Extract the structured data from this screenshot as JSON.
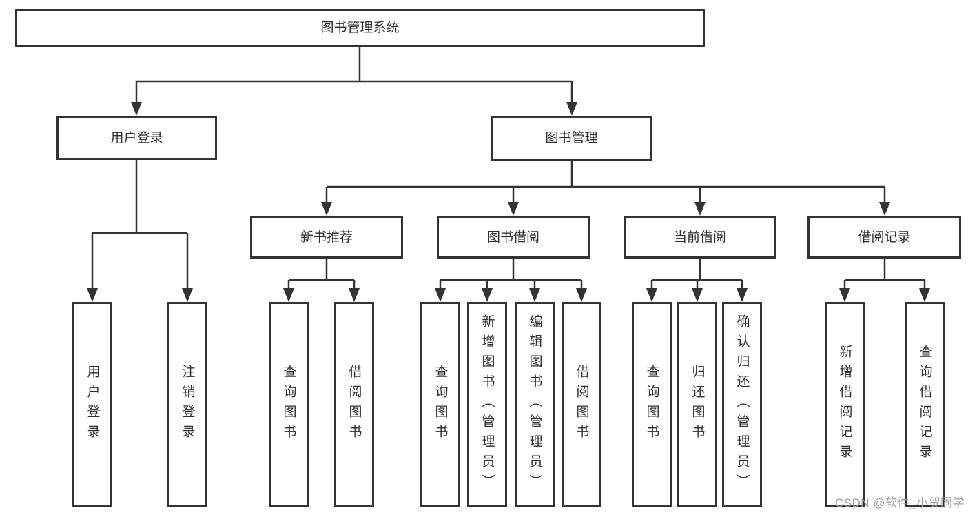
{
  "title": {
    "label": "图书管理系统"
  },
  "level2": {
    "user_login": {
      "label": "用户登录"
    },
    "book_management": {
      "label": "图书管理"
    }
  },
  "level3": {
    "new_books": {
      "label": "新书推荐"
    },
    "book_borrow": {
      "label": "图书借阅"
    },
    "current_borrow": {
      "label": "当前借阅"
    },
    "borrow_records": {
      "label": "借阅记录"
    }
  },
  "leaves": {
    "user_login": [
      "用户登录",
      "注销登录"
    ],
    "new_books": [
      "查询图书",
      "借阅图书"
    ],
    "book_borrow": [
      "查询图书",
      "新增图书（管理员）",
      "编辑图书（管理员）",
      "借阅图书"
    ],
    "current_borrow": [
      "查询图书",
      "归还图书",
      "确认归还（管理员）"
    ],
    "borrow_records": [
      "新增借阅记录",
      "查询借阅记录"
    ]
  },
  "watermark": "CSDN @软件_小贺同学",
  "colors": {
    "line": "#333333",
    "text": "#2e2e2e",
    "watermark": "#9c9c9c",
    "background": "#ffffff"
  }
}
